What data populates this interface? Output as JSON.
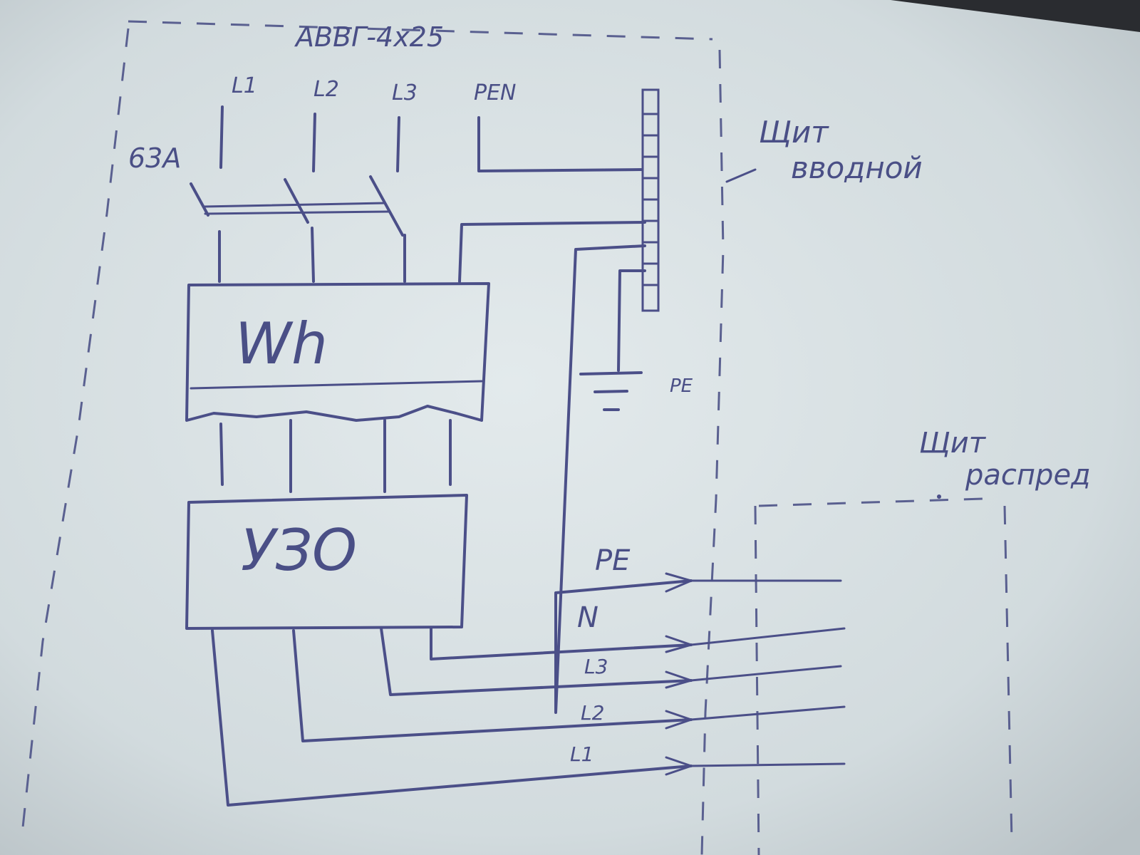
{
  "cable": "АВВГ-4х25",
  "inputs": {
    "l1": "L1",
    "l2": "L2",
    "l3": "L3",
    "pen": "PEN",
    "breaker": "63A"
  },
  "blocks": {
    "meter": "Wh",
    "rcd": "УЗО"
  },
  "ground_label": "PE",
  "panels": {
    "input_line1": "Щит",
    "input_line2": "вводной",
    "distribution_line1": "Щит",
    "distribution_line2": "распред"
  },
  "outputs": {
    "pe": "PE",
    "n": "N",
    "l3": "L3",
    "l2": "L2",
    "l1": "L1"
  },
  "colors": {
    "paper": "#d6dfe2",
    "ink": "#4b4f88"
  }
}
